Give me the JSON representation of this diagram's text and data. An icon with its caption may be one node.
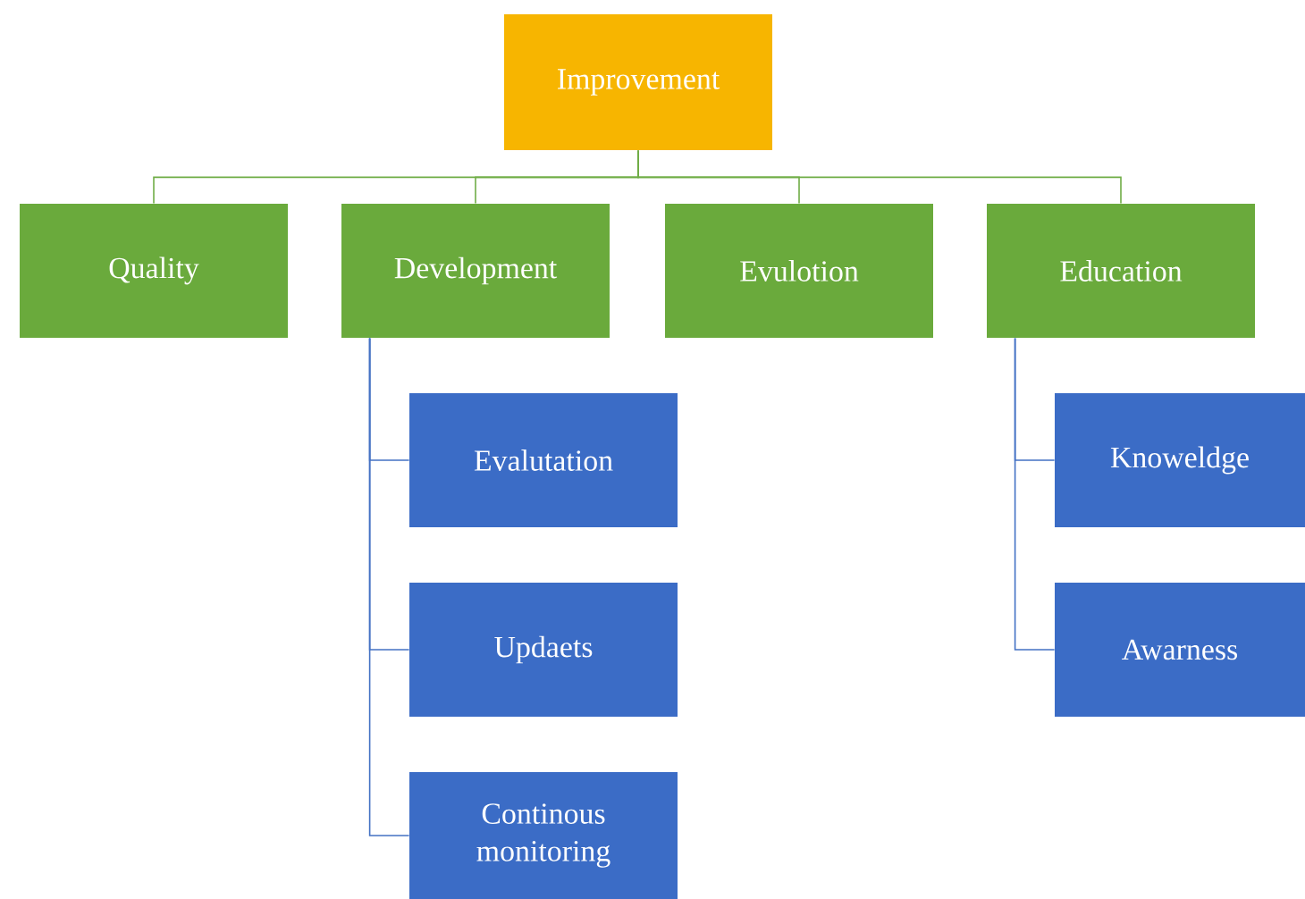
{
  "diagram": {
    "nodes": [
      {
        "text": [
          "Improvement"
        ]
      },
      {
        "text": [
          "Quality"
        ]
      },
      {
        "text": [
          "Development"
        ]
      },
      {
        "text": [
          "Evulotion"
        ]
      },
      {
        "text": [
          "Education"
        ]
      },
      {
        "text": [
          "Evalutation"
        ]
      },
      {
        "text": [
          "Updaets"
        ]
      },
      {
        "text": [
          "Continous monitoring"
        ]
      },
      {
        "text": [
          "Knoweldge"
        ]
      },
      {
        "text": [
          "Awarness"
        ]
      }
    ],
    "edges": [
      {
        "from": 0,
        "to": 1,
        "arrow": "none",
        "color": "#70ad47"
      },
      {
        "from": 0,
        "to": 2,
        "arrow": "none",
        "color": "#70ad47"
      },
      {
        "from": 0,
        "to": 3,
        "arrow": "none",
        "color": "#70ad47"
      },
      {
        "from": 0,
        "to": 4,
        "arrow": "none",
        "color": "#70ad47"
      },
      {
        "from": 2,
        "to": 5,
        "arrow": "none"
      },
      {
        "from": 2,
        "to": 6,
        "arrow": "none"
      },
      {
        "from": 2,
        "to": 7,
        "arrow": "none"
      },
      {
        "from": 4,
        "to": 8,
        "arrow": "none"
      },
      {
        "from": 4,
        "to": 9,
        "arrow": "none"
      }
    ]
  }
}
